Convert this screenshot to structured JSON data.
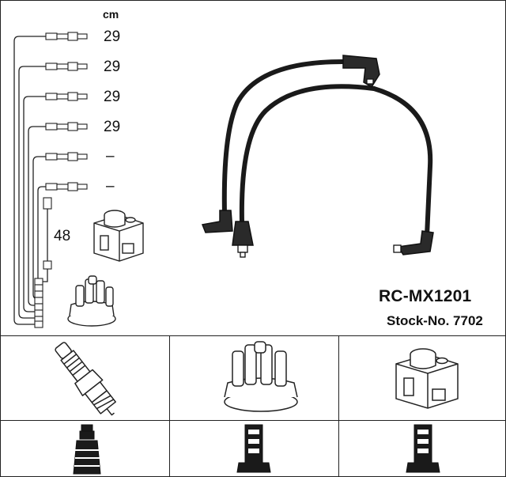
{
  "lengths_header": "cm",
  "lengths": [
    "29",
    "29",
    "29",
    "29",
    "–",
    "–"
  ],
  "coil_lead_length": "48",
  "product": {
    "model": "RC-MX1201",
    "stock": "Stock-No. 7702"
  },
  "parts_row": [
    "spark-plug",
    "distributor-cap",
    "ignition-coil"
  ],
  "connectors_row": [
    "plug-connector",
    "cap-terminal",
    "coil-terminal"
  ]
}
